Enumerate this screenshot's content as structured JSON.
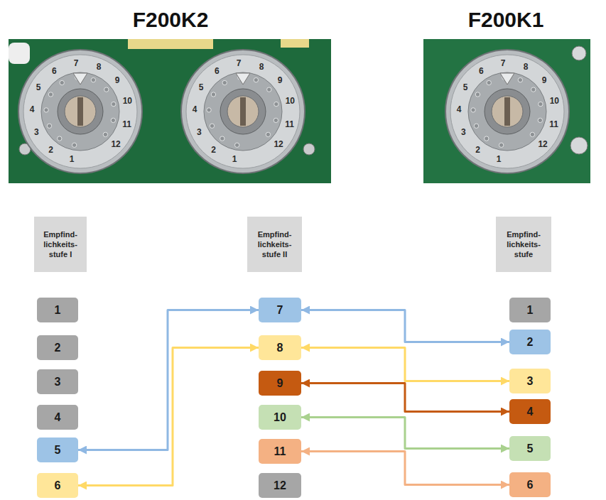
{
  "diagram": {
    "nodes": [
      {
        "text": [
          "Empfind- lichkeits- stufe I"
        ]
      },
      {
        "text": [
          "Empfind- lichkeits- stufe II"
        ]
      },
      {
        "text": [
          "Empfind- lichkeits- stufe"
        ]
      },
      {
        "text": [
          "1"
        ]
      },
      {
        "text": [
          "2"
        ]
      },
      {
        "text": [
          "3"
        ]
      },
      {
        "text": [
          "4"
        ]
      },
      {
        "text": [
          "5"
        ]
      },
      {
        "text": [
          "6"
        ]
      },
      {
        "text": [
          "7"
        ]
      },
      {
        "text": [
          "8"
        ]
      },
      {
        "text": [
          "9"
        ]
      },
      {
        "text": [
          "10"
        ]
      },
      {
        "text": [
          "11"
        ]
      },
      {
        "text": [
          "12"
        ]
      },
      {
        "text": [
          "1"
        ]
      },
      {
        "text": [
          "2"
        ]
      },
      {
        "text": [
          "3"
        ]
      },
      {
        "text": [
          "4"
        ]
      },
      {
        "text": [
          "5"
        ]
      },
      {
        "text": [
          "6"
        ]
      }
    ],
    "edges": [
      {
        "from": 7,
        "to": 9,
        "arrow": "both"
      },
      {
        "from": 8,
        "to": 10,
        "arrow": "both"
      },
      {
        "from": 9,
        "to": 16,
        "arrow": "both"
      },
      {
        "from": 10,
        "to": 17,
        "arrow": "both"
      },
      {
        "from": 11,
        "to": 18,
        "arrow": "both"
      },
      {
        "from": 12,
        "to": 19,
        "arrow": "both"
      },
      {
        "from": 13,
        "to": 20,
        "arrow": "both"
      }
    ],
    "labels": [
      "F200K2",
      "F200K1",
      "1",
      "2",
      "3",
      "4",
      "5",
      "6",
      "7",
      "8",
      "9",
      "10",
      "11",
      "12",
      "1",
      "2",
      "3",
      "4",
      "5",
      "6",
      "7",
      "8",
      "9",
      "10",
      "11",
      "12",
      "1",
      "2",
      "3",
      "4",
      "5",
      "6",
      "7",
      "8",
      "9",
      "10",
      "11",
      "12"
    ]
  }
}
